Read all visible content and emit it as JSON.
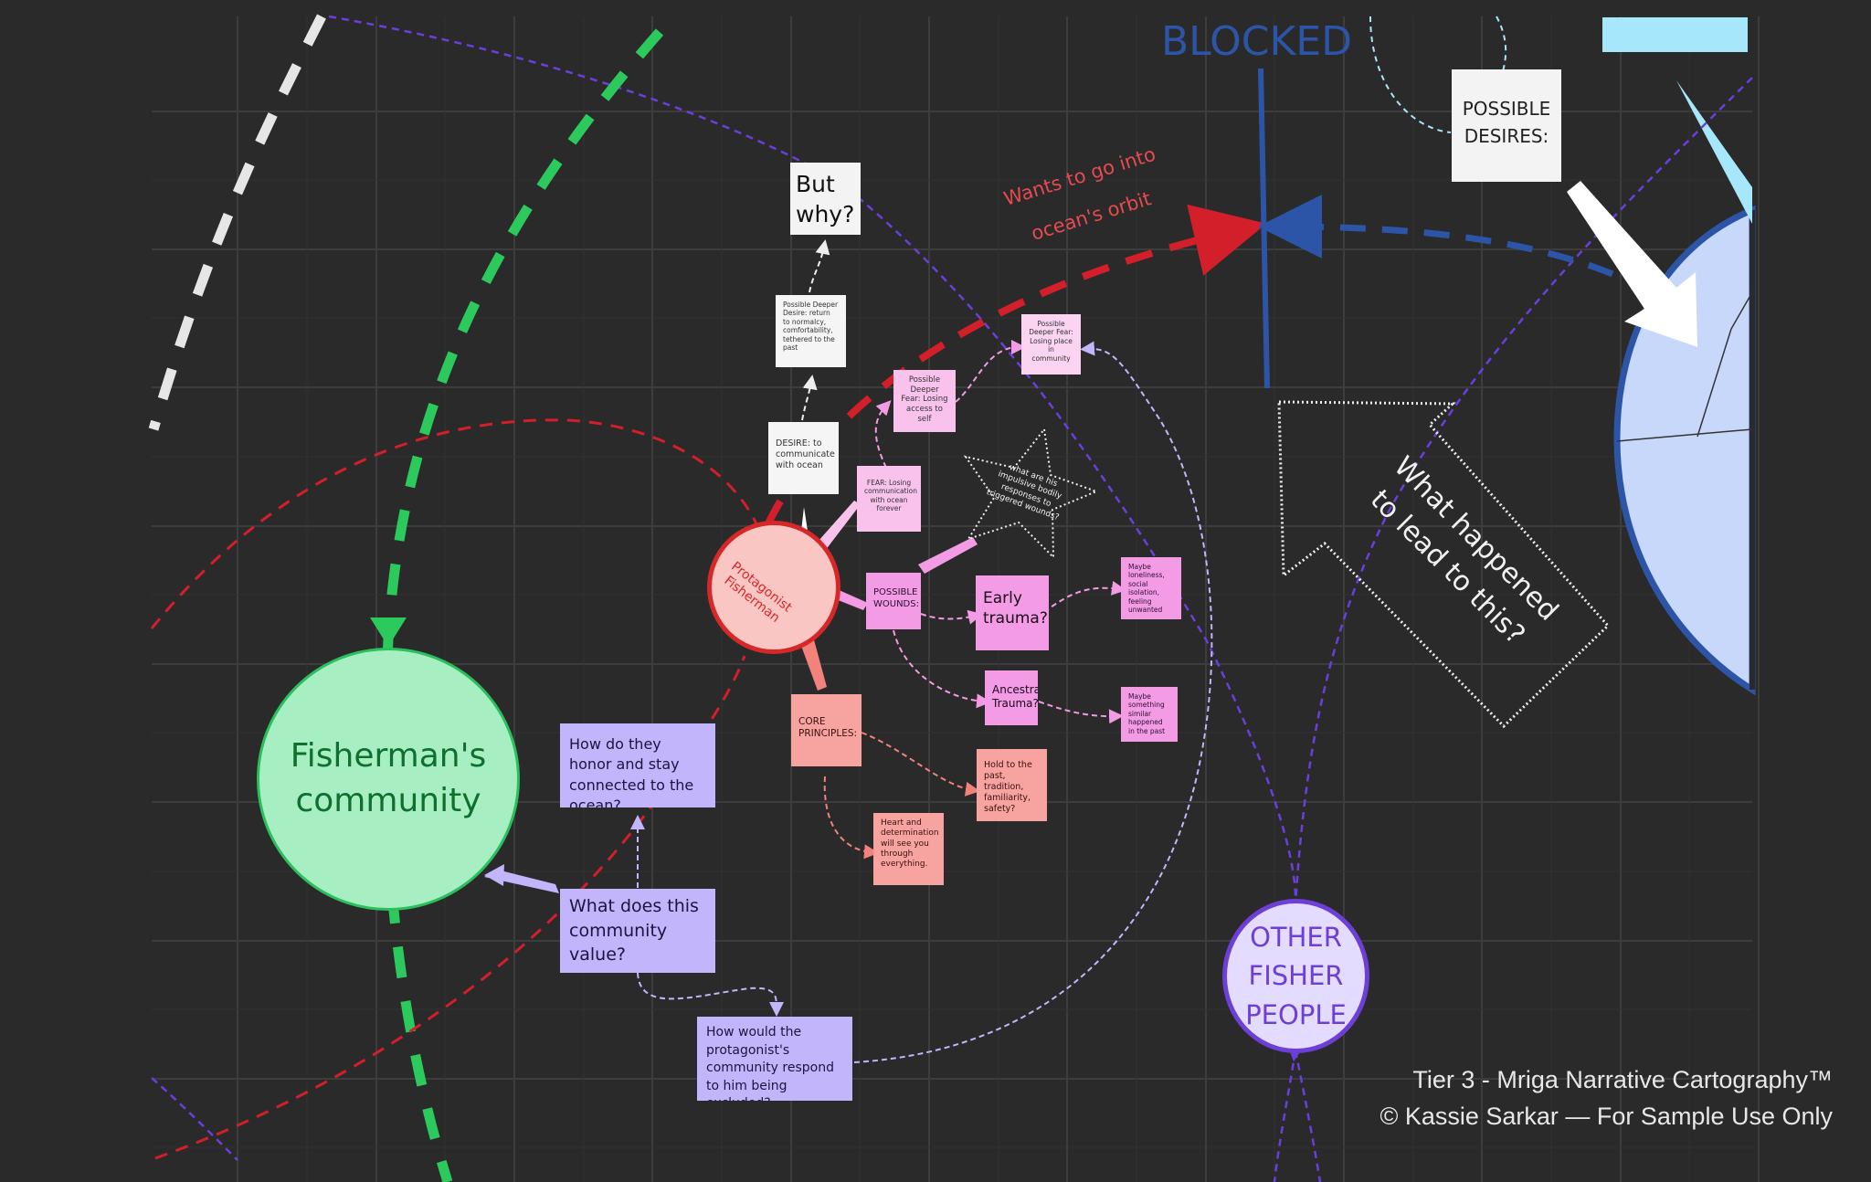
{
  "texts": {
    "blocked": "BLOCKED",
    "possible_desires": "POSSIBLE DESIRES:",
    "but_why": "But why?",
    "wants_ocean_line1": "Wants to go into",
    "wants_ocean_line2": "ocean's orbit",
    "deeper_desire": "Possible Deeper Desire: return to normalcy, comfortability, tethered to the past",
    "deeper_fear_place": "Possible Deeper Fear: Losing place in community",
    "deeper_fear_self": "Possible Deeper Fear: Losing access to self",
    "desire": "DESIRE: to communicate with ocean",
    "fear": "FEAR: Losing communication with ocean forever",
    "star_text": "what are his impulsive bodily responses to triggered wounds?",
    "protagonist": "Protagonist Fisherman",
    "possible_wounds": "POSSIBLE WOUNDS:",
    "early_trauma": "Early trauma?",
    "loneliness": "Maybe loneliness, social isolation, feeling unwanted",
    "ancestral_trauma": "Ancestral Trauma?",
    "similar_past": "Maybe something similar happened in the past",
    "core_principles": "CORE PRINCIPLES:",
    "hold_past": "Hold to the past, tradition, familiarity, safety?",
    "heart_determination": "Heart and determination will see you through everything.",
    "honor_ocean": "How do they honor and stay connected to the ocean?",
    "community_value": "What does this community value?",
    "community_respond": "How would the protagonist's community respond to him being excluded?",
    "fisherman_community": "Fisherman's community",
    "other_fisher": "OTHER FISHER PEOPLE",
    "what_happened": "What happened to lead to this?",
    "footer_line1": "Tier 3 - Mriga Narrative Cartography™",
    "footer_line2": "© Kassie Sarkar — For Sample Use Only"
  },
  "colors": {
    "background": "#2a2a2a",
    "grid": "#3d3d3d",
    "community_fill": "#a7efc2",
    "community_border": "#2bbf5d",
    "protagonist_fill": "#f9c6c4",
    "protagonist_border": "#d62828",
    "other_fisher_fill": "#e3dcff",
    "other_fisher_border": "#6d3fd6",
    "blocked_blue": "#2c55a8",
    "ocean_fill": "#c7d8fb",
    "red_arrow": "#d21f2a",
    "green_dash": "#2cc95c",
    "purple_dash": "#6a3fdc"
  }
}
